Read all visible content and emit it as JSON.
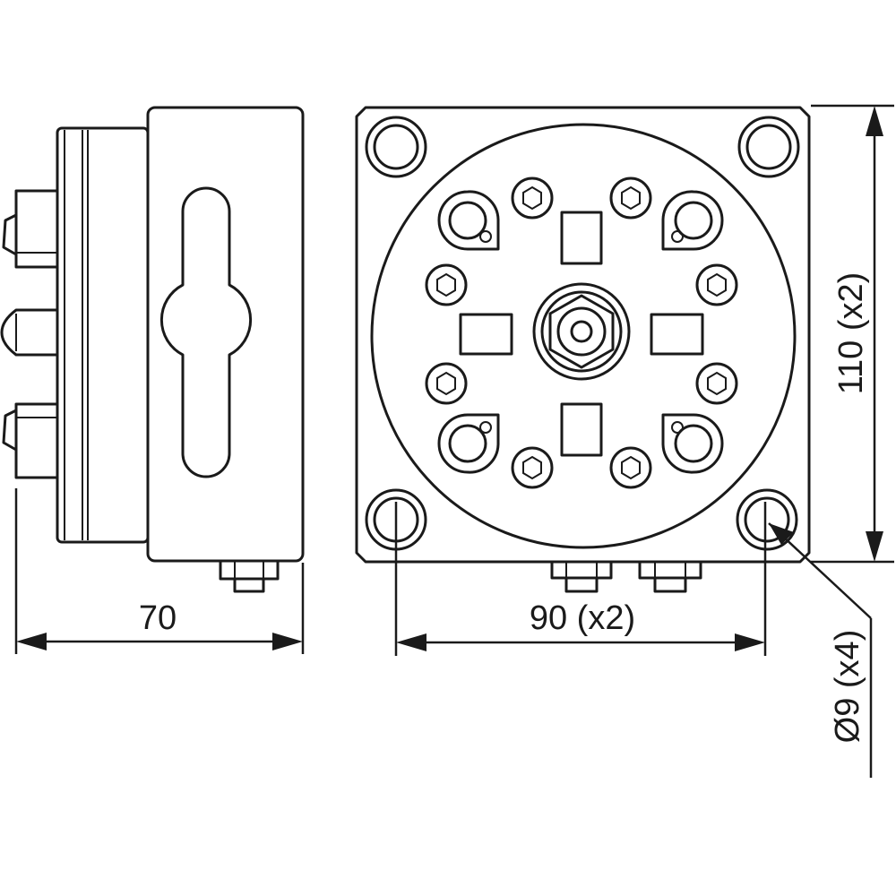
{
  "dimensions": {
    "width_side": "70",
    "bolt_spacing": "90 (x2)",
    "height": "110 (x2)",
    "hole_diameter": "Ø9 (x4)"
  },
  "colors": {
    "line": "#1a1a1a",
    "background": "#ffffff"
  }
}
